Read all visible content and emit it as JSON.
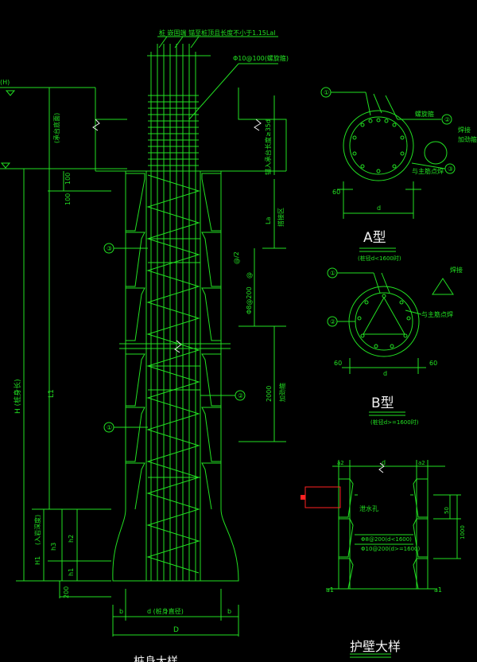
{
  "main": {
    "note_top": "桩 嵌固端 锚至桩顶且长度不小于1.15Lal",
    "spiral": "Φ10@100(螺旋箍)",
    "lbl_H_top": "(H)",
    "lbl_seal": "(承台底面)",
    "lbl_100a": "100",
    "lbl_100b": "100",
    "lbl_H": "H (桩身长)",
    "lbl_L1": "L1",
    "lbl_h3": "h3",
    "lbl_h2": "h2",
    "lbl_H1": "H1",
    "lbl_h1": "h1",
    "lbl_200": "200",
    "lbl_inner": "(入岩深度)",
    "lbl_anchor": "锚入承台长度≥35d",
    "lbl_La": "La",
    "lbl_join": "搭接区",
    "lbl_i2": "@/2",
    "lbl_i": "@",
    "lbl_stir1": "Φ8@200",
    "lbl_2000": "2000",
    "lbl_hoop": "加劲箍",
    "lbl_b1": "b",
    "lbl_d": "d (桩身直径)",
    "lbl_b2": "b",
    "lbl_D": "D",
    "caption_left": "桩身大样",
    "m1": "①",
    "m2": "②",
    "m3": "③"
  },
  "typeA": {
    "m1": "①",
    "m2": "②",
    "m3": "③",
    "lbl_spiral": "螺旋箍",
    "lbl_weld": "焊接",
    "lbl_stiff": "加劲箍",
    "lbl_main": "与主筋点焊",
    "lbl_60": "60",
    "lbl_d": "d",
    "title": "A型",
    "sub": "(桩径d<1600时)"
  },
  "typeB": {
    "m1": "①",
    "m2": "②",
    "lbl_weld": "焊接",
    "lbl_main": "与主筋点焊",
    "lbl_60a": "60",
    "lbl_d": "d",
    "lbl_60b": "60",
    "title": "B型",
    "sub": "(桩径d>=1600时)"
  },
  "wall": {
    "lbl_a2": "a2",
    "lbl_d": "d",
    "lbl_a2b": "a2",
    "lbl_hole": "泄水孔",
    "lbl_s1": "Φ8@200(d<1600)",
    "lbl_s2": "Φ10@200(d>=1600)",
    "lbl_50": "50",
    "lbl_1000": "1000",
    "lbl_a1": "a1",
    "lbl_a1b": "a1",
    "title": "护壁大样"
  }
}
